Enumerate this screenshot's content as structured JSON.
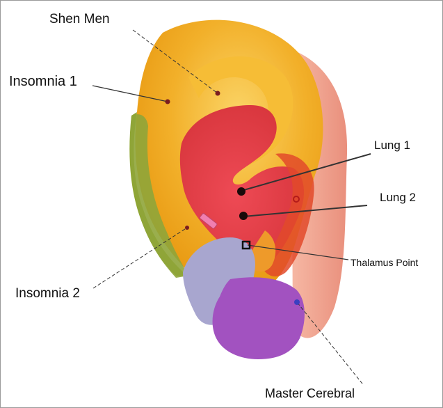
{
  "labels": {
    "shen_men": "Shen  Men",
    "insomnia_1": "Insomnia 1",
    "lung_1": "Lung 1",
    "lung_2": "Lung 2",
    "thalamus_point": "Thalamus Point",
    "insomnia_2": "Insomnia 2",
    "master_cerebral": "Master Cerebral"
  },
  "colors": {
    "helix_orange": "#f0ad1e",
    "helix_light": "#f9c94a",
    "concha_red": "#e43f4c",
    "concha_dark": "#d42e2f",
    "lobe_lavender": "#a8a6cf",
    "lobe_purple": "#a252c0",
    "helix_green": "#8ea531",
    "skin_pink": "#f0a392",
    "point_dark": "#7a1c20",
    "marker_pink": "#f07fb0",
    "marker_blue": "#3a3fc0"
  }
}
